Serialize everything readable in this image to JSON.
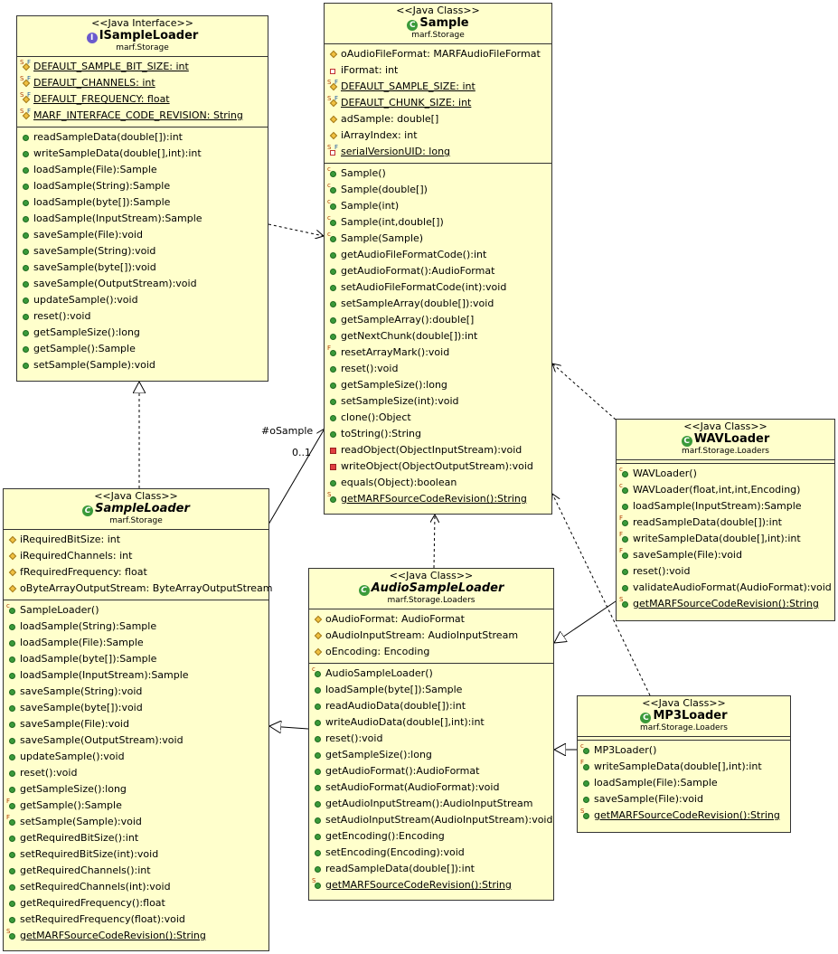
{
  "diagram": {
    "classes": [
      {
        "id": "ISampleLoader",
        "stereotype": "<<Java Interface>>",
        "name": "ISampleLoader",
        "kind": "interface",
        "abstract": false,
        "package": "marf.Storage",
        "attributes": [
          {
            "text": "DEFAULT_SAMPLE_BIT_SIZE: int",
            "icon": "static-final-field-icon",
            "static": true
          },
          {
            "text": "DEFAULT_CHANNELS: int",
            "icon": "static-final-field-icon",
            "static": true
          },
          {
            "text": "DEFAULT_FREQUENCY: float",
            "icon": "static-final-field-icon",
            "static": true
          },
          {
            "text": "MARF_INTERFACE_CODE_REVISION: String",
            "icon": "static-final-field-icon",
            "static": true
          }
        ],
        "methods": [
          {
            "text": "readSampleData(double[]):int",
            "icon": "public-method-icon"
          },
          {
            "text": "writeSampleData(double[],int):int",
            "icon": "public-method-icon"
          },
          {
            "text": "loadSample(File):Sample",
            "icon": "public-method-icon"
          },
          {
            "text": "loadSample(String):Sample",
            "icon": "public-method-icon"
          },
          {
            "text": "loadSample(byte[]):Sample",
            "icon": "public-method-icon"
          },
          {
            "text": "loadSample(InputStream):Sample",
            "icon": "public-method-icon"
          },
          {
            "text": "saveSample(File):void",
            "icon": "public-method-icon"
          },
          {
            "text": "saveSample(String):void",
            "icon": "public-method-icon"
          },
          {
            "text": "saveSample(byte[]):void",
            "icon": "public-method-icon"
          },
          {
            "text": "saveSample(OutputStream):void",
            "icon": "public-method-icon"
          },
          {
            "text": "updateSample():void",
            "icon": "public-method-icon"
          },
          {
            "text": "reset():void",
            "icon": "public-method-icon"
          },
          {
            "text": "getSampleSize():long",
            "icon": "public-method-icon"
          },
          {
            "text": "getSample():Sample",
            "icon": "public-method-icon"
          },
          {
            "text": "setSample(Sample):void",
            "icon": "public-method-icon"
          }
        ]
      },
      {
        "id": "Sample",
        "stereotype": "<<Java Class>>",
        "name": "Sample",
        "kind": "class",
        "abstract": false,
        "package": "marf.Storage",
        "attributes": [
          {
            "text": "oAudioFileFormat: MARFAudioFileFormat",
            "icon": "protected-field-icon"
          },
          {
            "text": "iFormat: int",
            "icon": "private-field-icon"
          },
          {
            "text": "DEFAULT_SAMPLE_SIZE: int",
            "icon": "static-final-field-icon",
            "static": true
          },
          {
            "text": "DEFAULT_CHUNK_SIZE: int",
            "icon": "static-final-field-icon",
            "static": true
          },
          {
            "text": "adSample: double[]",
            "icon": "protected-field-icon"
          },
          {
            "text": "iArrayIndex: int",
            "icon": "protected-field-icon"
          },
          {
            "text": "serialVersionUID: long",
            "icon": "private-static-final-field-icon",
            "static": true
          }
        ],
        "methods": [
          {
            "text": "Sample()",
            "icon": "constructor-icon"
          },
          {
            "text": "Sample(double[])",
            "icon": "constructor-icon"
          },
          {
            "text": "Sample(int)",
            "icon": "constructor-icon"
          },
          {
            "text": "Sample(int,double[])",
            "icon": "constructor-icon"
          },
          {
            "text": "Sample(Sample)",
            "icon": "constructor-icon"
          },
          {
            "text": "getAudioFileFormatCode():int",
            "icon": "public-method-icon"
          },
          {
            "text": "getAudioFormat():AudioFormat",
            "icon": "public-method-icon"
          },
          {
            "text": "setAudioFileFormatCode(int):void",
            "icon": "public-method-icon"
          },
          {
            "text": "setSampleArray(double[]):void",
            "icon": "public-method-icon"
          },
          {
            "text": "getSampleArray():double[]",
            "icon": "public-method-icon"
          },
          {
            "text": "getNextChunk(double[]):int",
            "icon": "public-method-icon"
          },
          {
            "text": "resetArrayMark():void",
            "icon": "final-method-icon"
          },
          {
            "text": "reset():void",
            "icon": "public-method-icon"
          },
          {
            "text": "getSampleSize():long",
            "icon": "public-method-icon"
          },
          {
            "text": "setSampleSize(int):void",
            "icon": "public-method-icon"
          },
          {
            "text": "clone():Object",
            "icon": "public-method-icon"
          },
          {
            "text": "toString():String",
            "icon": "public-method-icon"
          },
          {
            "text": "readObject(ObjectInputStream):void",
            "icon": "private-method-icon"
          },
          {
            "text": "writeObject(ObjectOutputStream):void",
            "icon": "private-method-icon"
          },
          {
            "text": "equals(Object):boolean",
            "icon": "public-method-icon"
          },
          {
            "text": "getMARFSourceCodeRevision():String",
            "icon": "static-method-icon",
            "static": true
          }
        ]
      },
      {
        "id": "SampleLoader",
        "stereotype": "<<Java Class>>",
        "name": "SampleLoader",
        "kind": "class",
        "abstract": true,
        "package": "marf.Storage",
        "attributes": [
          {
            "text": "iRequiredBitSize: int",
            "icon": "protected-field-icon"
          },
          {
            "text": "iRequiredChannels: int",
            "icon": "protected-field-icon"
          },
          {
            "text": "fRequiredFrequency: float",
            "icon": "protected-field-icon"
          },
          {
            "text": "oByteArrayOutputStream: ByteArrayOutputStream",
            "icon": "protected-field-icon"
          }
        ],
        "methods": [
          {
            "text": "SampleLoader()",
            "icon": "constructor-icon"
          },
          {
            "text": "loadSample(String):Sample",
            "icon": "public-method-icon"
          },
          {
            "text": "loadSample(File):Sample",
            "icon": "public-method-icon"
          },
          {
            "text": "loadSample(byte[]):Sample",
            "icon": "public-method-icon"
          },
          {
            "text": "loadSample(InputStream):Sample",
            "icon": "public-method-icon"
          },
          {
            "text": "saveSample(String):void",
            "icon": "public-method-icon"
          },
          {
            "text": "saveSample(byte[]):void",
            "icon": "public-method-icon"
          },
          {
            "text": "saveSample(File):void",
            "icon": "public-method-icon"
          },
          {
            "text": "saveSample(OutputStream):void",
            "icon": "public-method-icon"
          },
          {
            "text": "updateSample():void",
            "icon": "public-method-icon"
          },
          {
            "text": "reset():void",
            "icon": "public-method-icon"
          },
          {
            "text": "getSampleSize():long",
            "icon": "public-method-icon"
          },
          {
            "text": "getSample():Sample",
            "icon": "final-method-icon"
          },
          {
            "text": "setSample(Sample):void",
            "icon": "final-method-icon"
          },
          {
            "text": "getRequiredBitSize():int",
            "icon": "public-method-icon"
          },
          {
            "text": "setRequiredBitSize(int):void",
            "icon": "public-method-icon"
          },
          {
            "text": "getRequiredChannels():int",
            "icon": "public-method-icon"
          },
          {
            "text": "setRequiredChannels(int):void",
            "icon": "public-method-icon"
          },
          {
            "text": "getRequiredFrequency():float",
            "icon": "public-method-icon"
          },
          {
            "text": "setRequiredFrequency(float):void",
            "icon": "public-method-icon"
          },
          {
            "text": "getMARFSourceCodeRevision():String",
            "icon": "static-method-icon",
            "static": true
          }
        ]
      },
      {
        "id": "AudioSampleLoader",
        "stereotype": "<<Java Class>>",
        "name": "AudioSampleLoader",
        "kind": "class",
        "abstract": true,
        "package": "marf.Storage.Loaders",
        "attributes": [
          {
            "text": "oAudioFormat: AudioFormat",
            "icon": "protected-field-icon"
          },
          {
            "text": "oAudioInputStream: AudioInputStream",
            "icon": "protected-field-icon"
          },
          {
            "text": "oEncoding: Encoding",
            "icon": "protected-field-icon"
          }
        ],
        "methods": [
          {
            "text": "AudioSampleLoader()",
            "icon": "constructor-icon"
          },
          {
            "text": "loadSample(byte[]):Sample",
            "icon": "public-method-icon"
          },
          {
            "text": "readAudioData(double[]):int",
            "icon": "public-method-icon"
          },
          {
            "text": "writeAudioData(double[],int):int",
            "icon": "public-method-icon"
          },
          {
            "text": "reset():void",
            "icon": "public-method-icon"
          },
          {
            "text": "getSampleSize():long",
            "icon": "public-method-icon"
          },
          {
            "text": "getAudioFormat():AudioFormat",
            "icon": "public-method-icon"
          },
          {
            "text": "setAudioFormat(AudioFormat):void",
            "icon": "public-method-icon"
          },
          {
            "text": "getAudioInputStream():AudioInputStream",
            "icon": "public-method-icon"
          },
          {
            "text": "setAudioInputStream(AudioInputStream):void",
            "icon": "public-method-icon"
          },
          {
            "text": "getEncoding():Encoding",
            "icon": "public-method-icon"
          },
          {
            "text": "setEncoding(Encoding):void",
            "icon": "public-method-icon"
          },
          {
            "text": "readSampleData(double[]):int",
            "icon": "public-method-icon"
          },
          {
            "text": "getMARFSourceCodeRevision():String",
            "icon": "static-method-icon",
            "static": true
          }
        ]
      },
      {
        "id": "WAVLoader",
        "stereotype": "<<Java Class>>",
        "name": "WAVLoader",
        "kind": "class",
        "abstract": false,
        "package": "marf.Storage.Loaders",
        "attributes": [],
        "methods": [
          {
            "text": "WAVLoader()",
            "icon": "constructor-icon"
          },
          {
            "text": "WAVLoader(float,int,int,Encoding)",
            "icon": "constructor-icon"
          },
          {
            "text": "loadSample(InputStream):Sample",
            "icon": "public-method-icon"
          },
          {
            "text": "readSampleData(double[]):int",
            "icon": "final-method-icon"
          },
          {
            "text": "writeSampleData(double[],int):int",
            "icon": "final-method-icon"
          },
          {
            "text": "saveSample(File):void",
            "icon": "final-method-icon"
          },
          {
            "text": "reset():void",
            "icon": "public-method-icon"
          },
          {
            "text": "validateAudioFormat(AudioFormat):void",
            "icon": "public-method-icon"
          },
          {
            "text": "getMARFSourceCodeRevision():String",
            "icon": "static-method-icon",
            "static": true
          }
        ]
      },
      {
        "id": "MP3Loader",
        "stereotype": "<<Java Class>>",
        "name": "MP3Loader",
        "kind": "class",
        "abstract": false,
        "package": "marf.Storage.Loaders",
        "attributes": [],
        "methods": [
          {
            "text": "MP3Loader()",
            "icon": "constructor-icon"
          },
          {
            "text": "writeSampleData(double[],int):int",
            "icon": "final-method-icon"
          },
          {
            "text": "loadSample(File):Sample",
            "icon": "public-method-icon"
          },
          {
            "text": "saveSample(File):void",
            "icon": "public-method-icon"
          },
          {
            "text": "getMARFSourceCodeRevision():String",
            "icon": "static-method-icon",
            "static": true
          }
        ]
      }
    ],
    "association": {
      "role": "#oSample",
      "multiplicity": "0..1"
    }
  }
}
